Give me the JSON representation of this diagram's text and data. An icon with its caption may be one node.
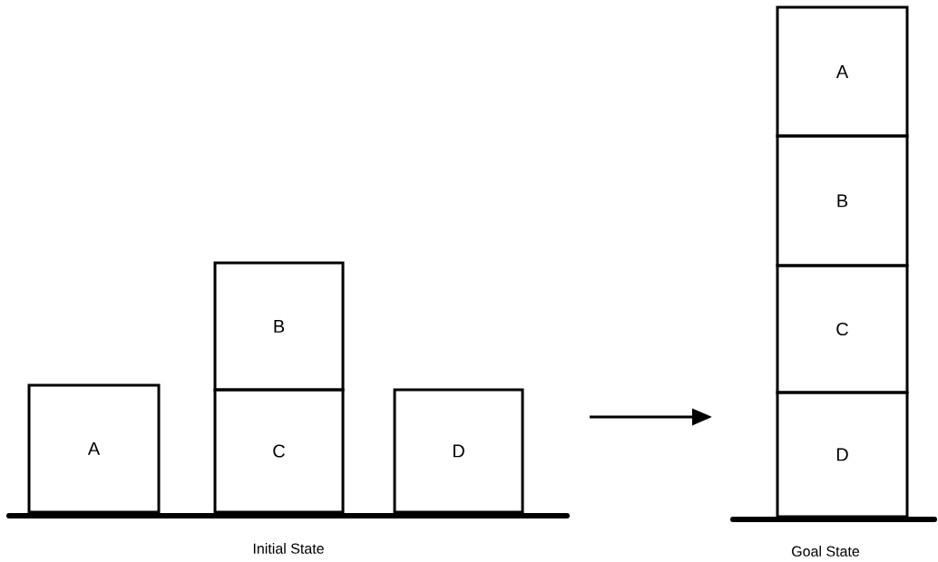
{
  "diagram": {
    "nodes": [
      {
        "text": [
          "A"
        ]
      },
      {
        "text": [
          "B"
        ]
      },
      {
        "text": [
          "C"
        ]
      },
      {
        "text": [
          "D"
        ]
      },
      {
        "text": [
          "A"
        ]
      },
      {
        "text": [
          "B"
        ]
      },
      {
        "text": [
          "C"
        ]
      },
      {
        "text": [
          "D"
        ]
      }
    ],
    "labels": [
      "Initial State",
      "Goal State"
    ]
  }
}
